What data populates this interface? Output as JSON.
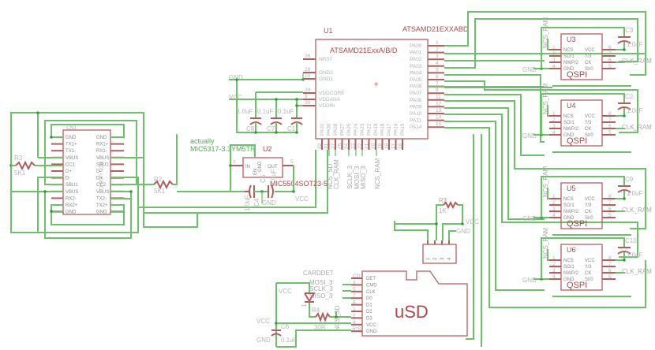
{
  "mcu": {
    "ref": "U1",
    "value": "ATSAMD21EXXABD",
    "inner_name": "ATSAMD21ExxA/B/D",
    "left_pins": [
      {
        "num": "26",
        "name": "NRST"
      },
      {
        "num": "28",
        "name": "GND2"
      },
      {
        "num": "10",
        "name": "GND1"
      },
      {
        "num": "29",
        "name": "VDDCORE"
      },
      {
        "num": "9",
        "name": "VDDANA"
      },
      {
        "num": "30",
        "name": "VDDIN"
      }
    ],
    "right_pins": [
      {
        "num": "1",
        "name": "PA00"
      },
      {
        "num": "2",
        "name": "PA01"
      },
      {
        "num": "3",
        "name": "PA02"
      },
      {
        "num": "4",
        "name": "PA03"
      },
      {
        "num": "5",
        "name": "PA04"
      },
      {
        "num": "6",
        "name": "PA05"
      },
      {
        "num": "7",
        "name": "PA06"
      },
      {
        "num": "8",
        "name": "PA07"
      },
      {
        "num": "11",
        "name": "PA08"
      },
      {
        "num": "12",
        "name": "PA09"
      },
      {
        "num": "13",
        "name": "PA10"
      },
      {
        "num": "14",
        "name": "PA11"
      },
      {
        "num": "15",
        "name": "PA14"
      }
    ],
    "bottom_pins": [
      {
        "num": "32",
        "name": "PA31"
      },
      {
        "num": "31",
        "name": "PA30"
      },
      {
        "num": "27",
        "name": "PA28"
      },
      {
        "num": "25",
        "name": "PA27"
      },
      {
        "num": "24",
        "name": "PA25"
      },
      {
        "num": "23",
        "name": "PA24"
      },
      {
        "num": "22",
        "name": "PA23"
      },
      {
        "num": "21",
        "name": "PA22"
      },
      {
        "num": "20",
        "name": "PA19"
      },
      {
        "num": "19",
        "name": "PA18"
      },
      {
        "num": "18",
        "name": "PA17"
      },
      {
        "num": "17",
        "name": "PA16"
      },
      {
        "num": "16",
        "name": "PA15"
      }
    ],
    "bottom_nets": [
      "NCS_SD",
      "CLK_RAM",
      "SCLK_3",
      "MOSI_3",
      "MISO_3",
      "NCS_RAM"
    ]
  },
  "power_labels": {
    "gnd": "GND",
    "vcc": "VCC"
  },
  "decoupling": [
    {
      "ref": "C8",
      "value": "1.0uF"
    },
    {
      "ref": "C7",
      "value": "0.1uF"
    },
    {
      "ref": "C1",
      "value": "0.1uF"
    }
  ],
  "usb": {
    "value": "PCB USB-C",
    "top_label": "CN1",
    "left_pins": [
      "GND",
      "TX1+",
      "TX1-",
      "VBUS",
      "CC1",
      "D+",
      "D-",
      "SBU1",
      "VBUS",
      "RX2-",
      "RX2+",
      "GND"
    ],
    "right_pins": [
      "GND",
      "RX1+",
      "RX1-",
      "VBUS",
      "SBU2",
      "D-",
      "D+",
      "CC2",
      "VBUS",
      "TX2-",
      "TX2+",
      "GND"
    ]
  },
  "resistors": [
    {
      "ref": "R3",
      "value": "5K1"
    },
    {
      "ref": "R2",
      "value": "5K1"
    },
    {
      "ref": "R1",
      "value": "1K"
    },
    {
      "ref": "R4",
      "value": "30R"
    }
  ],
  "regulator": {
    "ref": "U2",
    "value": "MIC5504SOT23-5",
    "note_line1": "actually",
    "note_line2": "MIC5317-3.3YM5TR",
    "pins": {
      "in": "IN",
      "en": "EN",
      "gnd": "GND",
      "out": "OUT",
      "p1": "1",
      "p3": "3",
      "p2": "2",
      "p5": "5"
    },
    "caps": [
      {
        "ref": "C4",
        "value": "1.0uF"
      },
      {
        "ref": "C5",
        "value": "1.0uF"
      }
    ]
  },
  "qspi": [
    {
      "ref": "U3",
      "cap_ref": "C3",
      "cap_value": "1.0uF",
      "net": "CLK_RAM"
    },
    {
      "ref": "U4",
      "cap_ref": "C2",
      "cap_value": "1.0uF",
      "net": "CLK_RAM"
    },
    {
      "ref": "U5",
      "cap_ref": "C9",
      "cap_value": "1.0uF",
      "net": "CLK_RAM"
    },
    {
      "ref": "U6",
      "cap_ref": "C10",
      "cap_value": "1.0uF",
      "net": "CLK_RAM"
    }
  ],
  "qspi_common": {
    "label": "QSPI",
    "ncs_net": "NCS_RAM",
    "left_pins": [
      {
        "num": "1",
        "name": "NCS"
      },
      {
        "num": "2",
        "name": "SO/1"
      },
      {
        "num": "3",
        "name": "NWP/2"
      },
      {
        "num": "4",
        "name": "GND"
      }
    ],
    "right_pins": [
      {
        "num": "8",
        "name": "VCC"
      },
      {
        "num": "7",
        "name": "?/3"
      },
      {
        "num": "6",
        "name": "CK"
      },
      {
        "num": "5",
        "name": "SI/0"
      }
    ]
  },
  "header": {
    "pins": [
      "1",
      "2",
      "3",
      "4"
    ],
    "nets": [
      "VCC",
      "GND"
    ]
  },
  "sd": {
    "label": "uSD",
    "ext_nets": [
      "CARDDET",
      "MOSI_3",
      "SCLK_3",
      "MISO_3",
      "NCS_SD"
    ],
    "pins": [
      {
        "num": "CD1",
        "name": "DET"
      },
      {
        "num": "3",
        "name": "CMD"
      },
      {
        "num": "5",
        "name": "CLK"
      },
      {
        "num": "7",
        "name": "D0"
      },
      {
        "num": "8",
        "name": "D1"
      },
      {
        "num": "1",
        "name": "D2"
      },
      {
        "num": "2",
        "name": "D3"
      },
      {
        "num": "4",
        "name": "VCC"
      },
      {
        "num": "6*S",
        "name": "GND"
      }
    ],
    "cap": {
      "ref": "C6",
      "value": "0.1uF"
    },
    "diode_pins": [
      "2",
      "1"
    ]
  }
}
